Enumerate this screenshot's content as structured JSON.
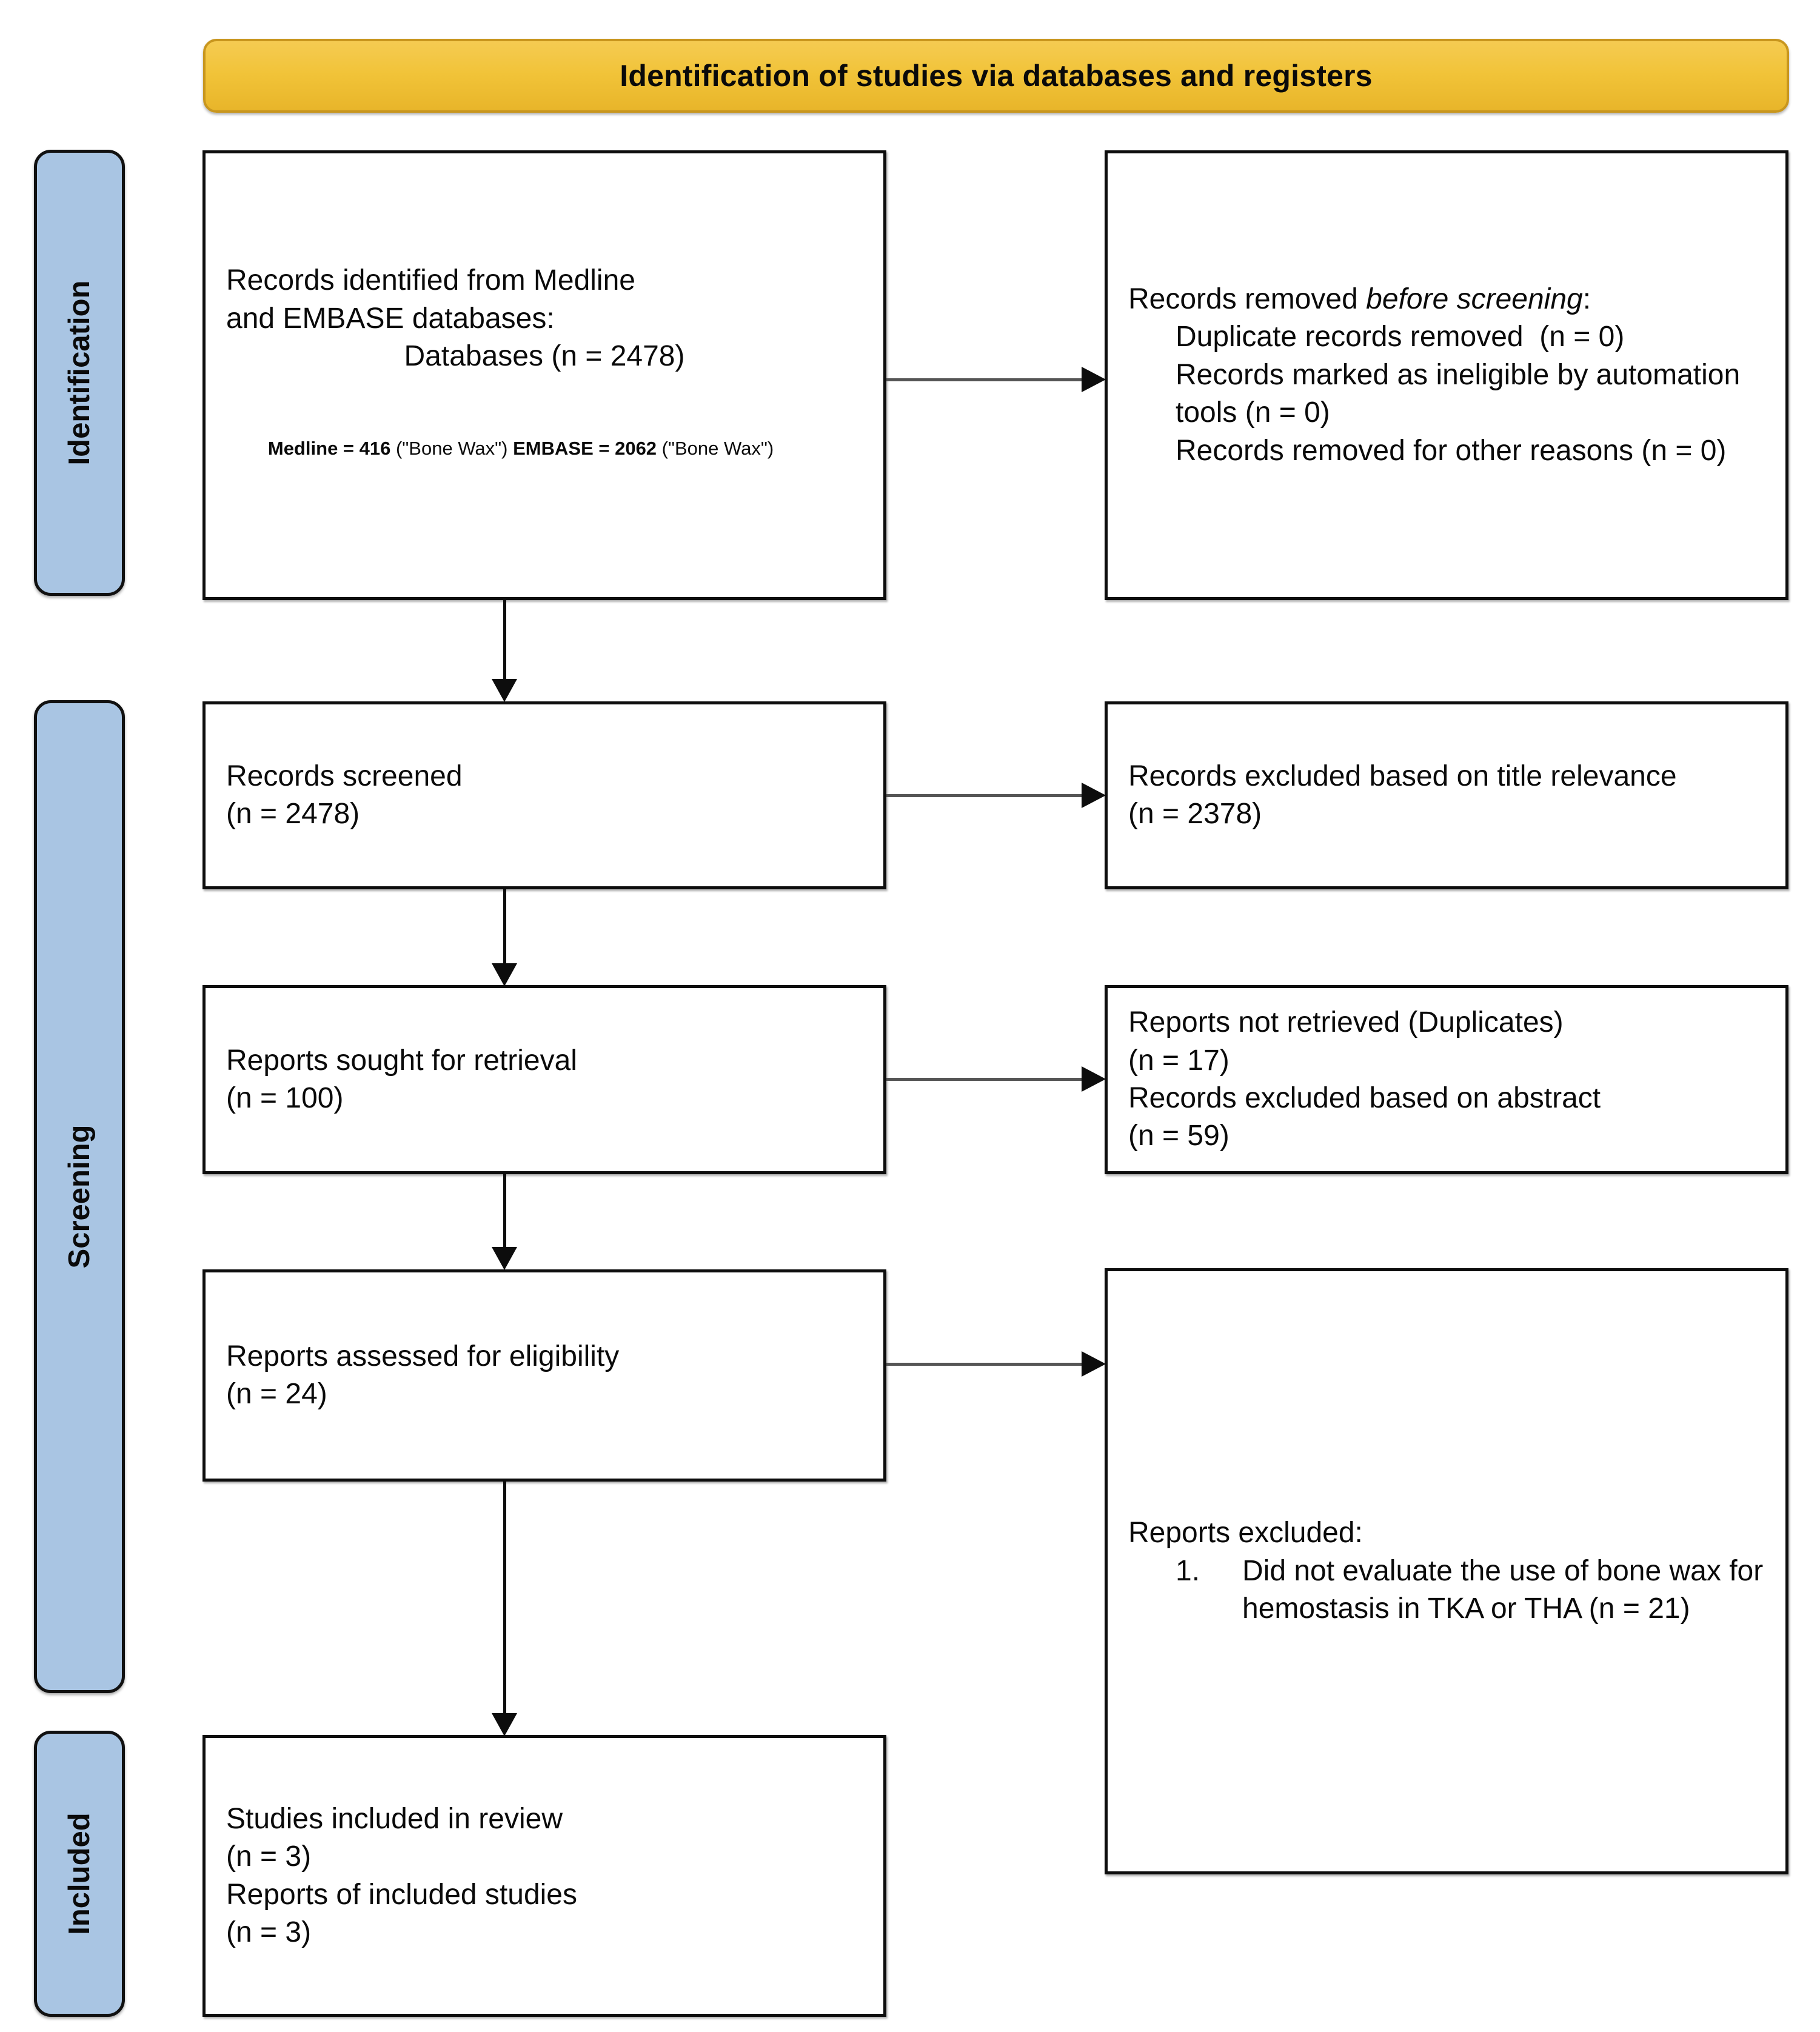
{
  "banner": {
    "title": "Identification of studies via databases and registers"
  },
  "rails": [
    {
      "key": "identification",
      "label": "Identification"
    },
    {
      "key": "screening",
      "label": "Screening"
    },
    {
      "key": "included",
      "label": "Included"
    }
  ],
  "boxes": {
    "identified": {
      "line1": "Records identified from Medline",
      "line2": "and EMBASE databases:",
      "line3": "Databases (n = 2478)",
      "note_bold1": "Medline = 416 ",
      "note_reg1": "(\"Bone Wax\") ",
      "note_bold2": "EMBASE = 2062 ",
      "note_reg2": "(\"Bone Wax\")"
    },
    "removed": {
      "title_plain": "Records removed ",
      "title_italic": "before screening",
      "title_colon": ":",
      "item1": "Duplicate records removed  (n = 0)",
      "item2": "Records marked as ineligible by automation tools (n = 0)",
      "item3": "Records removed for other reasons (n = 0)"
    },
    "screened": {
      "line1": "Records screened",
      "line2": "(n = 2478)"
    },
    "excluded_title": {
      "line1": "Records excluded based on title relevance",
      "line2": "(n = 2378)"
    },
    "sought": {
      "line1": "Reports sought for retrieval",
      "line2": "(n = 100)"
    },
    "not_retrieved": {
      "line1": "Reports not retrieved (Duplicates)",
      "line2": "(n = 17)",
      "line3": "Records excluded based on abstract",
      "line4": "(n = 59)"
    },
    "assessed": {
      "line1": "Reports assessed for eligibility",
      "line2": "(n = 24)"
    },
    "excluded_reports": {
      "title": "Reports excluded:",
      "items": [
        {
          "num": "1.",
          "text": "Did not evaluate the use of bone wax for hemostasis in TKA or THA (n = 21)"
        }
      ]
    },
    "included": {
      "line1": "Studies included in review",
      "line2": "(n = 3)",
      "line3": "Reports of included studies",
      "line4": "(n = 3)"
    }
  },
  "colors": {
    "banner_fill": "#F1C338",
    "banner_border": "#C8961E",
    "rail_fill": "#A9C5E3",
    "box_border": "#0D0D0D",
    "arrow": "#0D0D0D"
  }
}
